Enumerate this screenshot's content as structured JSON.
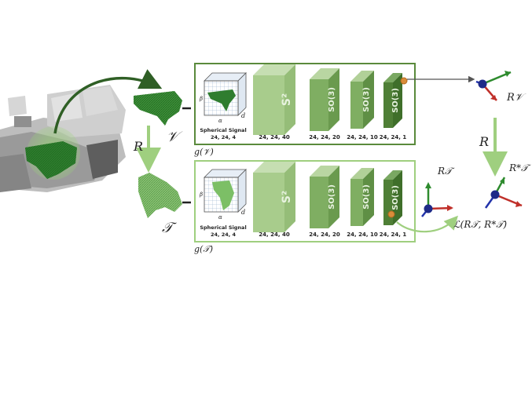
{
  "labels": {
    "input_V": "𝒱",
    "input_T": "𝒯",
    "rotation_left": "R",
    "rotation_right": "R",
    "g_V": "g(𝒱)",
    "g_T": "g(𝒯)",
    "R_V": "R𝒱",
    "R_T": "R𝒯",
    "R_T_star": "R*𝒯",
    "loss": "ℒ(R𝒯, R*𝒯)",
    "spherical_signal_title": "Spherical Signal",
    "axis_beta": "β",
    "axis_alpha": "α",
    "axis_d": "d"
  },
  "top_branch": {
    "spherical_dims": "24, 24, 4",
    "blocks": [
      {
        "dims": "24, 24, 40",
        "face": "S²"
      },
      {
        "dims": "24, 24, 20",
        "face": "SO(3)"
      },
      {
        "dims": "24, 24, 10",
        "face": "SO(3)"
      },
      {
        "dims": "24, 24, 1",
        "face": "SO(3)"
      }
    ]
  },
  "bottom_branch": {
    "spherical_dims": "24, 24, 4",
    "blocks": [
      {
        "dims": "24, 24, 40",
        "face": "S²"
      },
      {
        "dims": "24, 24, 20",
        "face": "SO(3)"
      },
      {
        "dims": "24, 24, 10",
        "face": "SO(3)"
      },
      {
        "dims": "24, 24, 1",
        "face": "SO(3)"
      }
    ]
  },
  "colors": {
    "panel_border": "#5a8a3c",
    "block_light": "#a8cc8c",
    "block_mid": "#7fae62",
    "block_dark": "#4f7f36",
    "arrow_green": "#9fcf7f",
    "dark_arrow": "#2f5f25",
    "axis_green": "#2e8b2e",
    "axis_red": "#c0302a",
    "axis_blue": "#2233aa"
  }
}
